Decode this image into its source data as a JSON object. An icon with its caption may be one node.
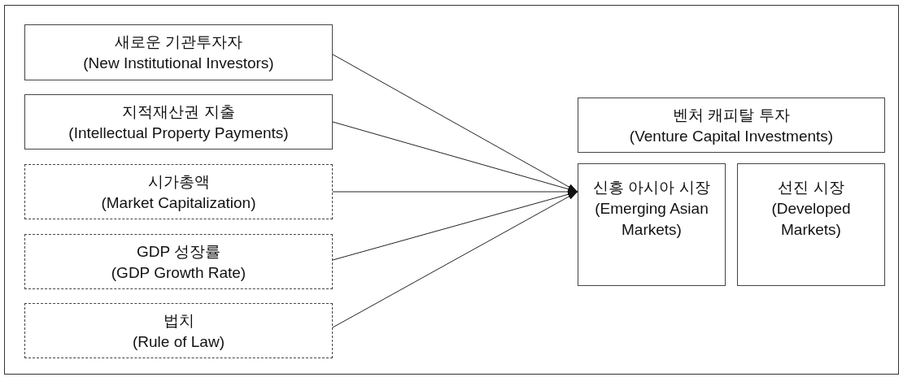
{
  "diagram": {
    "nodes": [
      {
        "text": [
          "새로운 기관투자자",
          "(New Institutional Investors)"
        ]
      },
      {
        "text": [
          "지적재산권 지출",
          "(Intellectual Property Payments)"
        ]
      },
      {
        "text": [
          "시가총액",
          "(Market Capitalization)"
        ]
      },
      {
        "text": [
          "GDP 성장률",
          "(GDP Growth Rate)"
        ]
      },
      {
        "text": [
          "법치",
          "(Rule of Law)"
        ]
      },
      {
        "text": [
          "벤처 캐피탈 투자",
          "(Venture Capital Investments)"
        ]
      },
      {
        "text": [
          "신흥 아시아 시장",
          "(Emerging Asian Markets)"
        ]
      },
      {
        "text": [
          "선진 시장",
          "(Developed Markets)"
        ]
      }
    ],
    "edges": [
      {
        "from": 0,
        "to": 6,
        "arrow": "to"
      },
      {
        "from": 1,
        "to": 6,
        "arrow": "to"
      },
      {
        "from": 2,
        "to": 6,
        "arrow": "to"
      },
      {
        "from": 3,
        "to": 6,
        "arrow": "to"
      },
      {
        "from": 4,
        "to": 6,
        "arrow": "to"
      }
    ]
  }
}
